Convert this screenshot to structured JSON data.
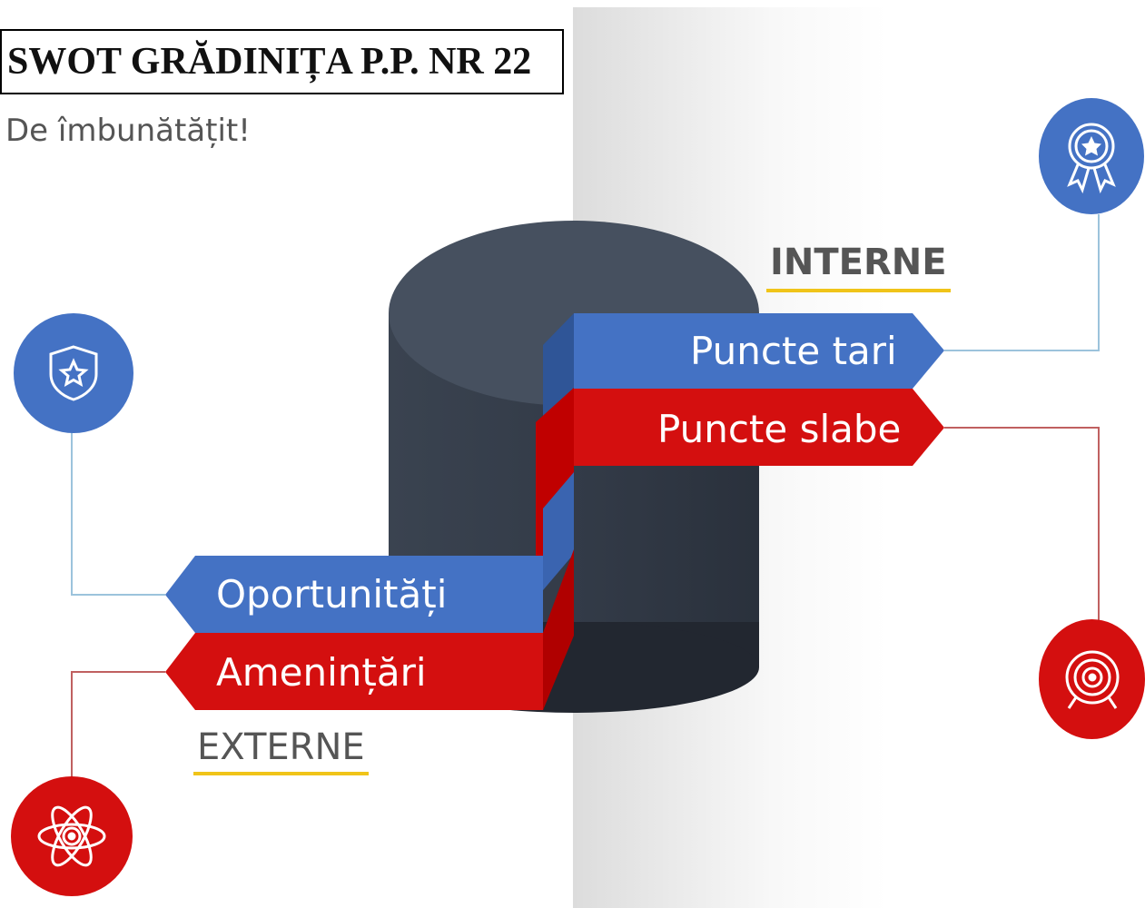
{
  "title": "SWOT GRĂDINIȚA P.P. NR 22",
  "subtitle": "De îmbunătățit!",
  "headings": {
    "internal": "INTERNE",
    "external": "EXTERNE"
  },
  "quadrants": {
    "strengths": {
      "label": "Puncte tari",
      "icon": "award-ribbon-icon"
    },
    "weaknesses": {
      "label": "Puncte slabe",
      "icon": "target-icon"
    },
    "opportunities": {
      "label": "Oportunități",
      "icon": "shield-star-icon"
    },
    "threats": {
      "label": "Amenințări",
      "icon": "atom-icon"
    }
  },
  "colors": {
    "blue": "#4472c4",
    "red": "#d40f0f",
    "cylinder_top": "#46505f",
    "cylinder_body": "#333b48",
    "accent_underline": "#f0c419"
  }
}
